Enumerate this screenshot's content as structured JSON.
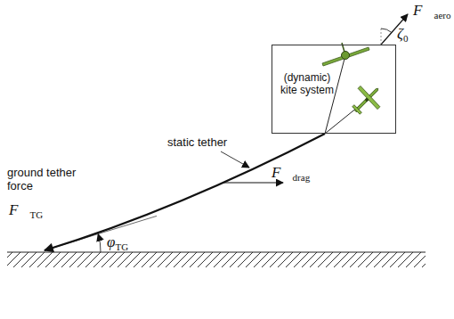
{
  "diagram": {
    "nodes": [
      {
        "text": [
          "(dynamic) kite system"
        ]
      }
    ],
    "labels": [
      "F⃗aero",
      "ζ0",
      "static tether",
      "F⃗drag",
      "ground tether force",
      "F⃗TG",
      "φTG"
    ]
  }
}
